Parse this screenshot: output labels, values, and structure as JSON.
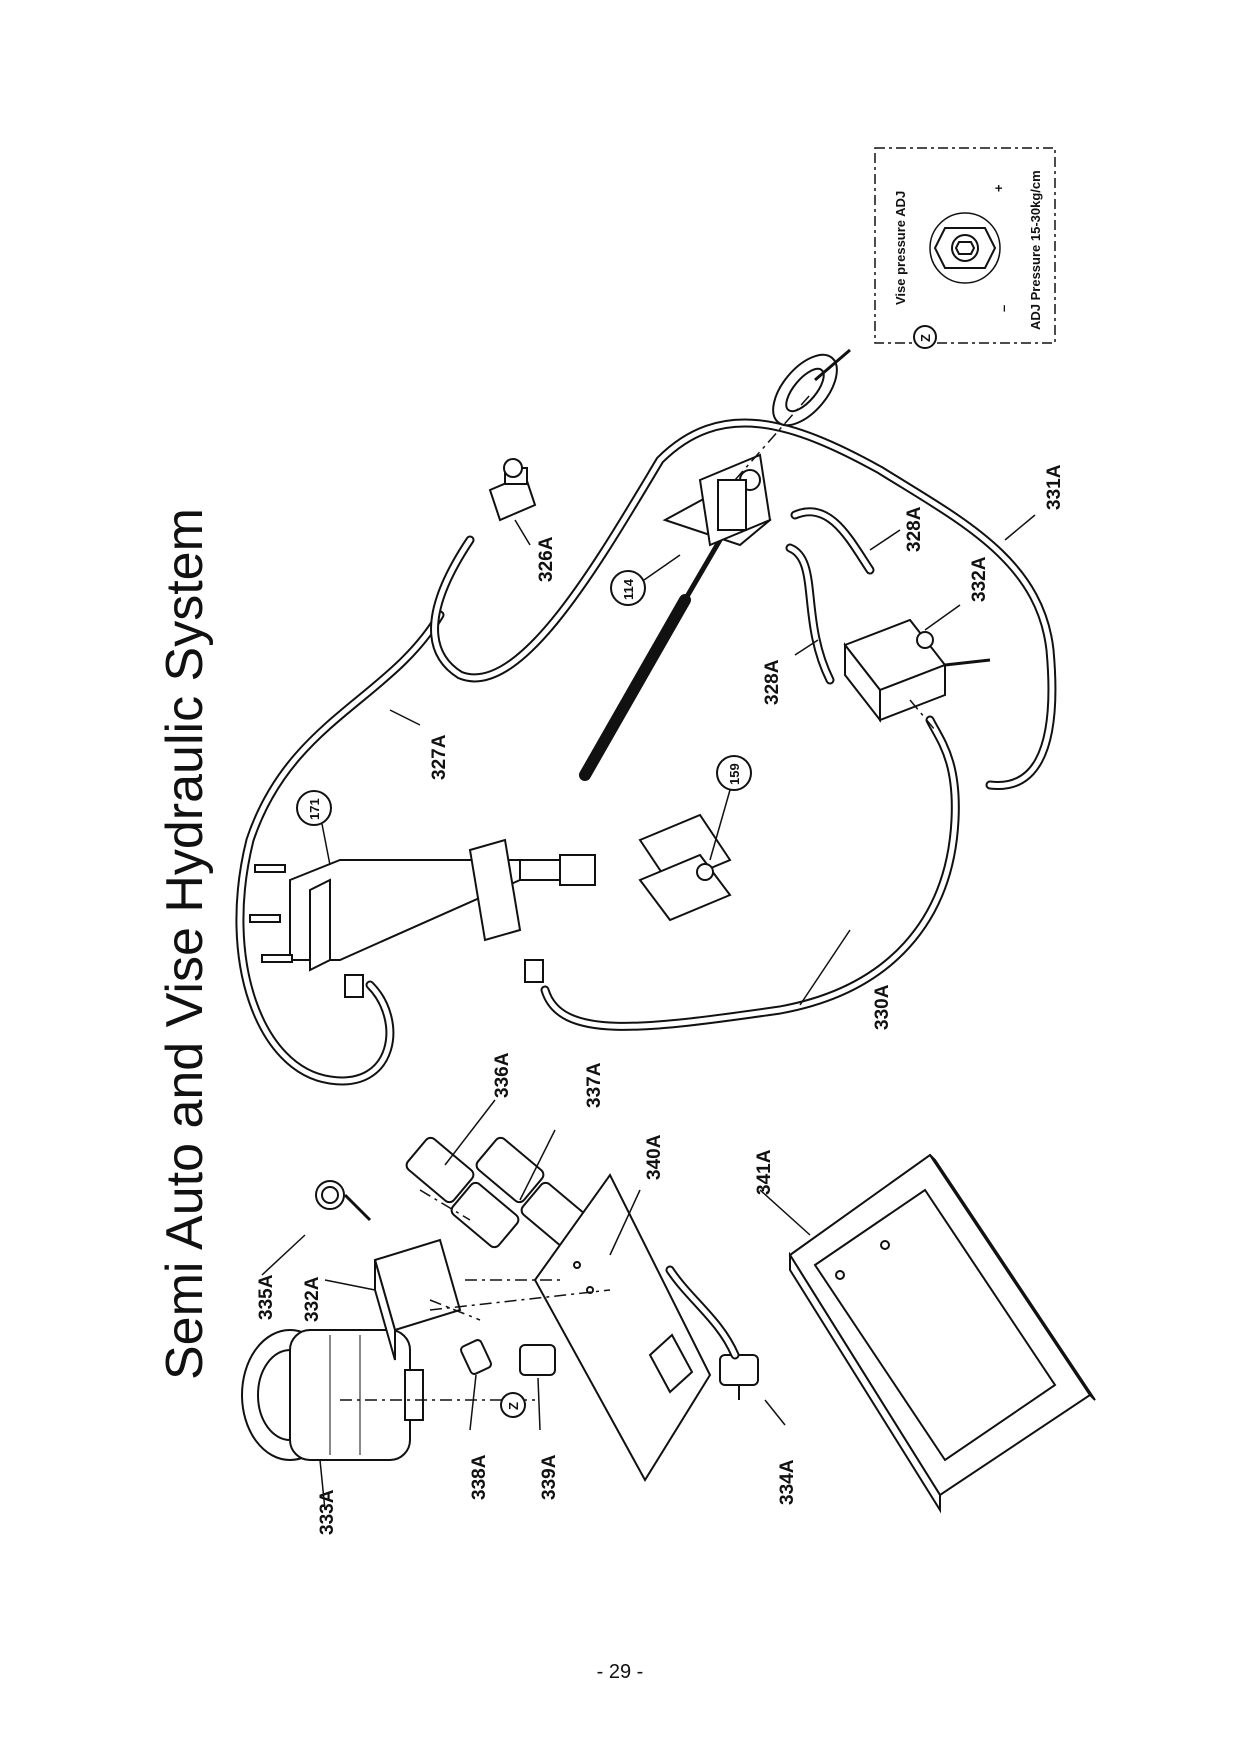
{
  "page": {
    "title": "Semi Auto and Vise Hydraulic System",
    "page_number": "- 29 -"
  },
  "callouts": {
    "c326a": "326A",
    "c327a": "327A",
    "c328a_upper": "328A",
    "c328a_lower": "328A",
    "c330a": "330A",
    "c331a": "331A",
    "c332a_right": "332A",
    "c332a_left": "332A",
    "c333a": "333A",
    "c334a": "334A",
    "c335a": "335A",
    "c336a": "336A",
    "c337a": "337A",
    "c338a": "338A",
    "c339a": "339A",
    "c340a": "340A",
    "c341a": "341A"
  },
  "reference_circles": {
    "r114": "114",
    "r159": "159",
    "r171": "171",
    "z_main": "Z",
    "z_detail": "Z"
  },
  "detail_box": {
    "heading": "Vise pressure ADJ",
    "pressure": "ADJ Pressure 15-30kg/cm",
    "plus": "+",
    "minus": "–"
  }
}
